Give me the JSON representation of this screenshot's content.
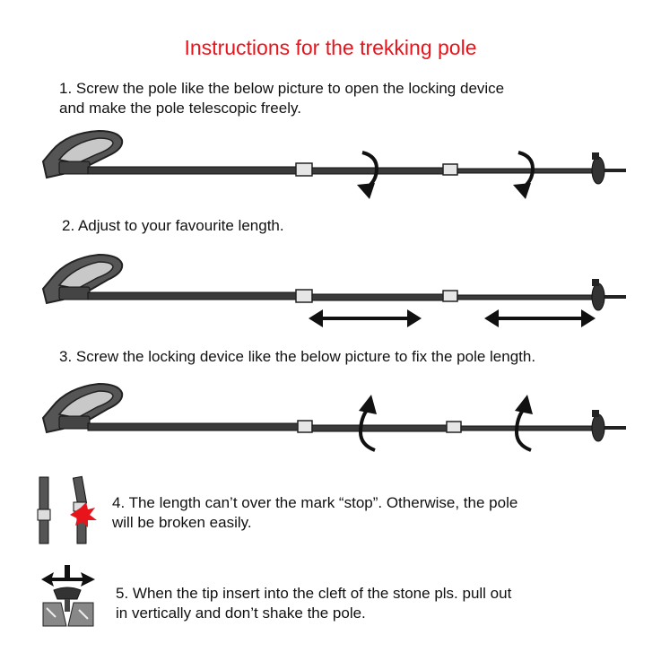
{
  "title": "Instructions for the trekking pole",
  "steps": [
    {
      "line1": "1. Screw the pole like the below picture to open the locking device",
      "line2": "and make the pole telescopic freely."
    },
    {
      "line1": "2. Adjust to your favourite length."
    },
    {
      "line1": "3. Screw the locking device like the below picture to fix the pole length."
    },
    {
      "line1": "4. The length can’t over the mark “stop”. Otherwise, the pole",
      "line2": "will be broken easily."
    },
    {
      "line1": "5. When the tip insert into the cleft of the stone pls. pull out",
      "line2": "in vertically and don’t shake the pole."
    }
  ],
  "colors": {
    "title": "#e8141b",
    "pole": "#3a3a3a",
    "arrow": "#111111",
    "warning": "#e8141b"
  },
  "illustrations": [
    {
      "name": "pole-unscrew",
      "arrows": "rotate-down"
    },
    {
      "name": "pole-adjust",
      "arrows": "double-horizontal"
    },
    {
      "name": "pole-lock",
      "arrows": "rotate-up"
    },
    {
      "name": "stop-mark-warning",
      "icon": "broken-pole-icon"
    },
    {
      "name": "tip-in-stone",
      "icon": "stone-cleft-icon"
    }
  ]
}
